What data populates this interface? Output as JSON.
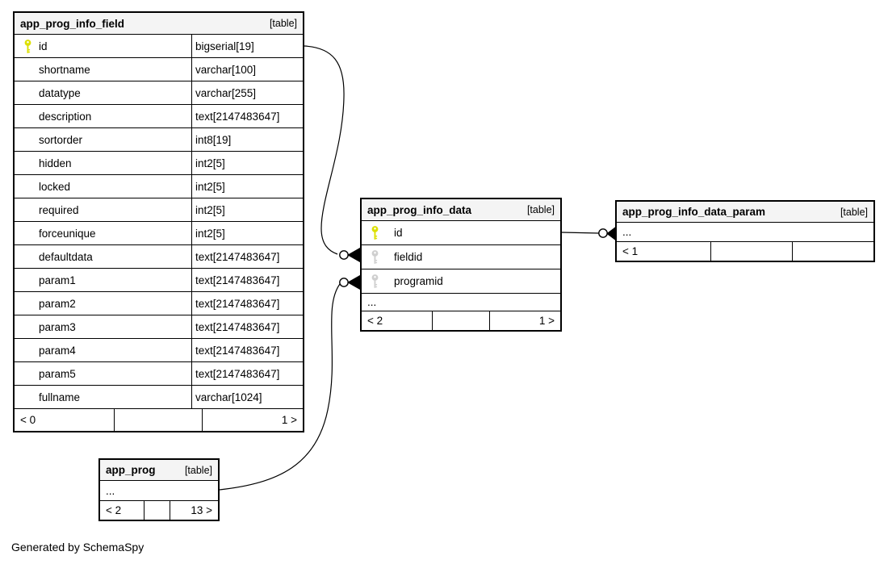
{
  "colors": {
    "primary_key": "#dce000",
    "foreign_key": "#cfcfcf",
    "header_bg": "#f4f4f4",
    "border": "#000000"
  },
  "footer_note": "Generated by SchemaSpy",
  "tables": [
    {
      "name": "app_prog_info_field",
      "badge": "[table]",
      "columns": [
        {
          "name": "id",
          "type": "bigserial[19]",
          "key": "primary"
        },
        {
          "name": "shortname",
          "type": "varchar[100]",
          "key": "none"
        },
        {
          "name": "datatype",
          "type": "varchar[255]",
          "key": "none"
        },
        {
          "name": "description",
          "type": "text[2147483647]",
          "key": "none"
        },
        {
          "name": "sortorder",
          "type": "int8[19]",
          "key": "none"
        },
        {
          "name": "hidden",
          "type": "int2[5]",
          "key": "none"
        },
        {
          "name": "locked",
          "type": "int2[5]",
          "key": "none"
        },
        {
          "name": "required",
          "type": "int2[5]",
          "key": "none"
        },
        {
          "name": "forceunique",
          "type": "int2[5]",
          "key": "none"
        },
        {
          "name": "defaultdata",
          "type": "text[2147483647]",
          "key": "none"
        },
        {
          "name": "param1",
          "type": "text[2147483647]",
          "key": "none"
        },
        {
          "name": "param2",
          "type": "text[2147483647]",
          "key": "none"
        },
        {
          "name": "param3",
          "type": "text[2147483647]",
          "key": "none"
        },
        {
          "name": "param4",
          "type": "text[2147483647]",
          "key": "none"
        },
        {
          "name": "param5",
          "type": "text[2147483647]",
          "key": "none"
        },
        {
          "name": "fullname",
          "type": "varchar[1024]",
          "key": "none"
        }
      ],
      "footer": {
        "left": "< 0",
        "middle": "",
        "right": "1 >"
      }
    },
    {
      "name": "app_prog_info_data",
      "badge": "[table]",
      "columns": [
        {
          "name": "id",
          "key": "primary"
        },
        {
          "name": "fieldid",
          "key": "foreign"
        },
        {
          "name": "programid",
          "key": "foreign"
        }
      ],
      "ellipsis": "...",
      "footer": {
        "left": "< 2",
        "middle": "",
        "right": "1 >"
      }
    },
    {
      "name": "app_prog_info_data_param",
      "badge": "[table]",
      "ellipsis": "...",
      "footer": {
        "left": "< 1",
        "middle": "",
        "right": ""
      }
    },
    {
      "name": "app_prog",
      "badge": "[table]",
      "ellipsis": "...",
      "footer": {
        "left": "< 2",
        "middle": "",
        "right": "13 >"
      }
    }
  ],
  "relationships": [
    {
      "from": "app_prog_info_field.id",
      "to": "app_prog_info_data.fieldid"
    },
    {
      "from": "app_prog.id",
      "to": "app_prog_info_data.programid"
    },
    {
      "from": "app_prog_info_data.id",
      "to": "app_prog_info_data_param"
    }
  ]
}
